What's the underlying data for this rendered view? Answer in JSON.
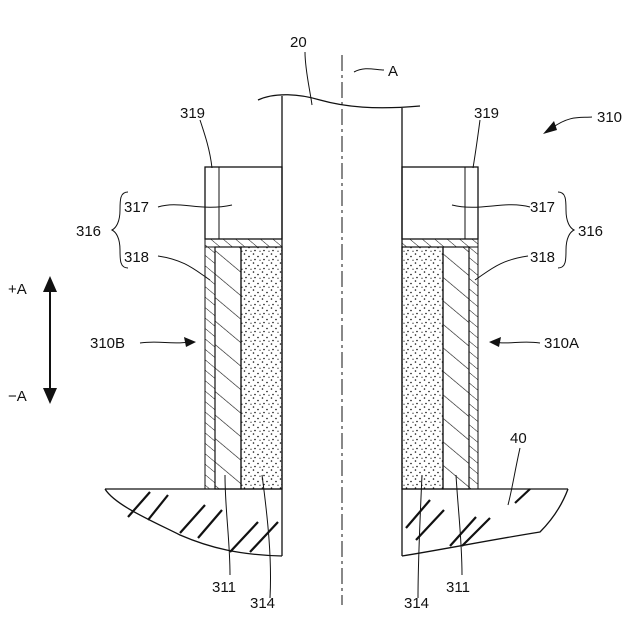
{
  "labels": {
    "shaft": "20",
    "axis": "A",
    "assembly": "310",
    "cap_left": "319",
    "cap_right": "319",
    "upper_left": "317",
    "upper_right": "317",
    "group_left": "316",
    "group_right": "316",
    "lower_left": "318",
    "lower_right": "318",
    "plus_dir": "+A",
    "minus_dir": "−A",
    "side_b": "310B",
    "side_a": "310A",
    "base": "40",
    "wall_left": "311",
    "fill_left": "314",
    "fill_right": "314",
    "wall_right": "311"
  }
}
